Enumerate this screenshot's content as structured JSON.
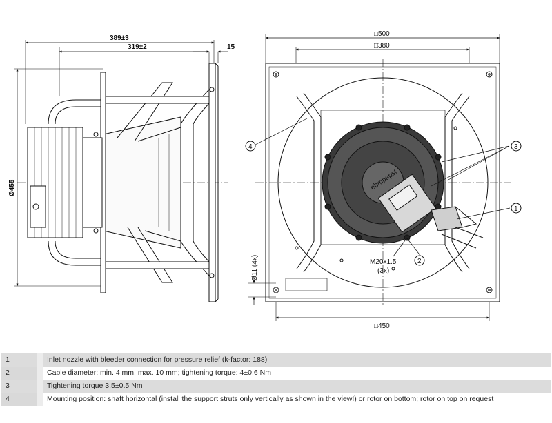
{
  "dimensions": {
    "side_overall": "389±3",
    "side_inner": "319±2",
    "side_flange": "15",
    "diameter_455": "Ø455",
    "front_outer": "□500",
    "front_inner": "□380",
    "front_bottom": "□450",
    "hole": "Ø11 (4x)",
    "gland_thread": "M20x1.5",
    "gland_count": "(3x)"
  },
  "callouts": [
    "1",
    "2",
    "3",
    "4"
  ],
  "notes": [
    {
      "num": "1",
      "text": "Inlet nozzle with bleeder connection for pressure relief (k-factor: 188)"
    },
    {
      "num": "2",
      "text": "Cable diameter: min. 4 mm, max. 10 mm; tightening torque: 4±0.6 Nm"
    },
    {
      "num": "3",
      "text": "Tightening torque 3.5±0.5 Nm"
    },
    {
      "num": "4",
      "text": "Mounting position: shaft horizontal (install the support struts only vertically as shown in the view!) or rotor on bottom; rotor on top on request"
    }
  ],
  "brand_label": "ebmpapst"
}
